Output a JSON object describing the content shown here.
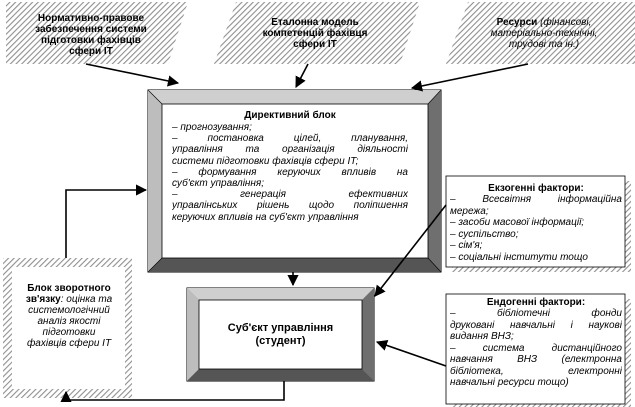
{
  "top_boxes": [
    {
      "lines": [
        "Нормативно-правове",
        "забезпечення системи",
        "підготовки фахівців",
        "сфери IT"
      ]
    },
    {
      "lines": [
        "Еталонна модель",
        "компетенцій фахівця",
        "сфери IT"
      ]
    },
    {
      "bold": "Ресурси",
      "lines_italic": [
        " (фінансові,",
        "матеріально-технічні,",
        "трудові та ін.)"
      ]
    }
  ],
  "directive_block": {
    "title": "Директивний блок",
    "items": [
      "–        прогнозування;",
      "–        постановка цілей, планування,",
      "управління та організація діяльності",
      "системи підготовки фахівців сфери IT;",
      "–        формування керуючих впливів на",
      "суб'єкт управління;",
      "–        генерація ефективних",
      "управлінських рішень щодо поліпшення",
      "керуючих впливів на суб'єкт управління"
    ]
  },
  "subject_block": {
    "lines": [
      "Суб'єкт управління",
      "(студент)"
    ]
  },
  "feedback_block": {
    "title_lines": [
      "Блок зворотного",
      "зв'язку"
    ],
    "after_colon": ": оцінка та",
    "lines": [
      "системологічний",
      "аналіз якості",
      "підготовки",
      "фахівців сфери IT"
    ]
  },
  "exogenous": {
    "title": "Екзогенні фактори:",
    "lines": [
      "–        Всесвітня інформаційна",
      "мережа;",
      "–        засоби масової інформації;",
      "–        суспільство;",
      "–        сім'я;",
      "–        соціальні інститути тощо"
    ]
  },
  "endogenous": {
    "title": "Ендогенні фактори:",
    "lines": [
      "–        бібліотечні фонди",
      "друковані навчальні і наукові",
      "видання ВНЗ;",
      "–        система дистанційного",
      "навчання ВНЗ (електронна",
      "бібліотека, електронні",
      "навчальні ресурси тощо)"
    ]
  }
}
